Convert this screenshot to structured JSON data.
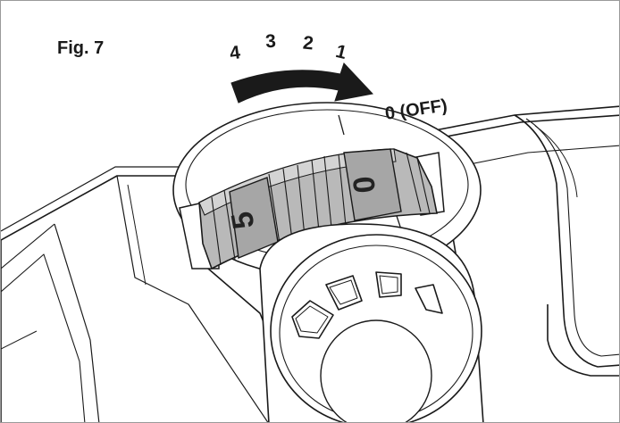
{
  "figure": {
    "label": "Fig. 7"
  },
  "scale": {
    "numbers": [
      "4",
      "3",
      "2",
      "1"
    ],
    "off_label": "0 (OFF)"
  },
  "wheel": {
    "digits": [
      "5",
      "0"
    ],
    "colors": {
      "wheel_fill": "#b9b9b9",
      "wheel_dark": "#8e8e8e",
      "outline": "#1a1a1a",
      "body": "#ffffff"
    }
  },
  "arrow": {
    "color": "#1a1a1a"
  }
}
